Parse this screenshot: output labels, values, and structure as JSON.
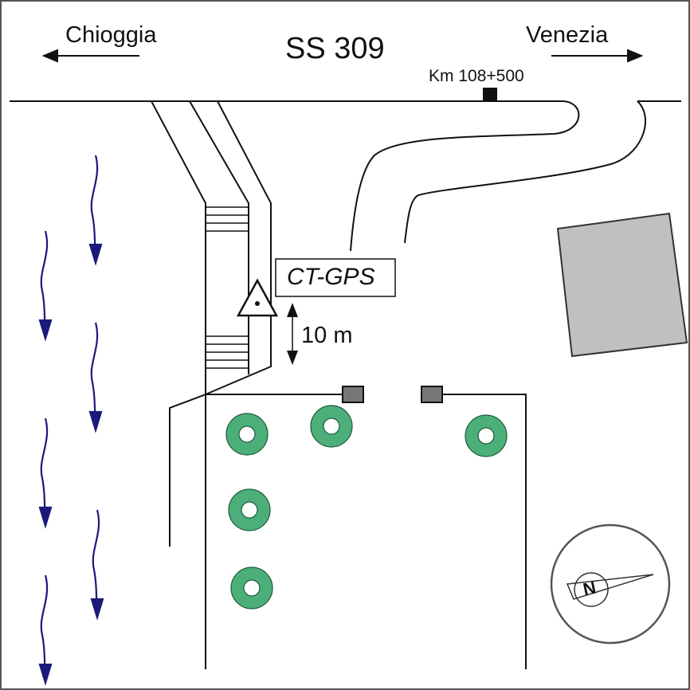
{
  "road": {
    "name": "SS 309",
    "left_destination": "Chioggia",
    "right_destination": "Venezia",
    "km_marker": "Km 108+500"
  },
  "station": {
    "label": "CT-GPS"
  },
  "scale": {
    "label": "10 m"
  },
  "compass": {
    "letter": "N"
  },
  "colors": {
    "flow_arrow": "#1a1a7a",
    "tree": "#4caf7a",
    "building": "#c0c0c0",
    "gate": "#777777"
  }
}
